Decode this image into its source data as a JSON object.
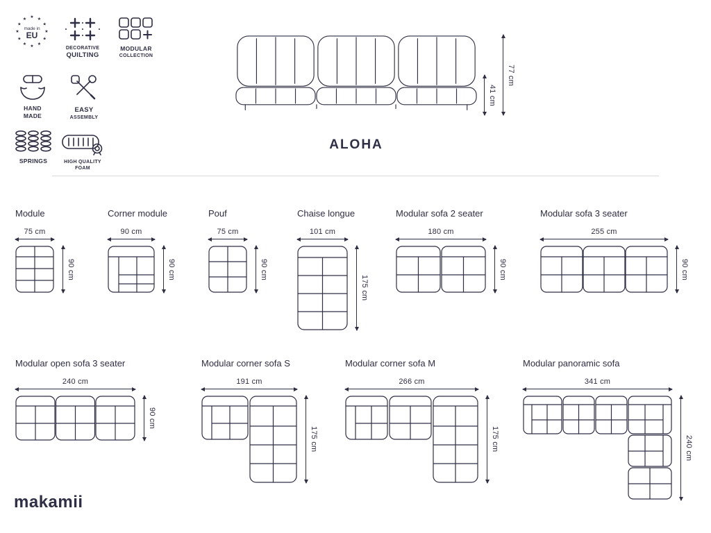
{
  "colors": {
    "ink": "#2e2e44",
    "divider": "#d9d9df"
  },
  "brand": {
    "logo": "makamii"
  },
  "product": {
    "name": "ALOHA"
  },
  "hero": {
    "total_height": "77 cm",
    "seat_height": "41 cm"
  },
  "badges": {
    "star": "★",
    "made_in": "made in",
    "eu": "EU",
    "quilting_line1": "DECORATIVE",
    "quilting_line2": "QUILTING",
    "modular_line1": "MODULAR",
    "modular_line2": "COLLECTION",
    "handmade_line1": "HAND",
    "handmade_line2": "MADE",
    "assembly_line1": "EASY",
    "assembly_line2": "ASSEMBLY",
    "springs_label": "SPRINGS",
    "foam_line1": "HIGH QUALITY",
    "foam_line2": "FOAM"
  },
  "modules": [
    {
      "title": "Module",
      "width": "75 cm",
      "depth": "90 cm"
    },
    {
      "title": "Corner module",
      "width": "90 cm",
      "depth": "90 cm"
    },
    {
      "title": "Pouf",
      "width": "75 cm",
      "depth": "90 cm"
    },
    {
      "title": "Chaise longue",
      "width": "101 cm",
      "depth": "175 cm"
    },
    {
      "title": "Modular sofa 2 seater",
      "width": "180 cm",
      "depth": "90 cm"
    },
    {
      "title": "Modular sofa 3 seater",
      "width": "255 cm",
      "depth": "90 cm"
    },
    {
      "title": "Modular open sofa 3 seater",
      "width": "240 cm",
      "depth": "90 cm"
    },
    {
      "title": "Modular corner sofa S",
      "width": "191 cm",
      "depth": "175 cm"
    },
    {
      "title": "Modular corner sofa M",
      "width": "266 cm",
      "depth": "175 cm"
    },
    {
      "title": "Modular panoramic sofa",
      "width": "341 cm",
      "depth": "240 cm"
    }
  ]
}
